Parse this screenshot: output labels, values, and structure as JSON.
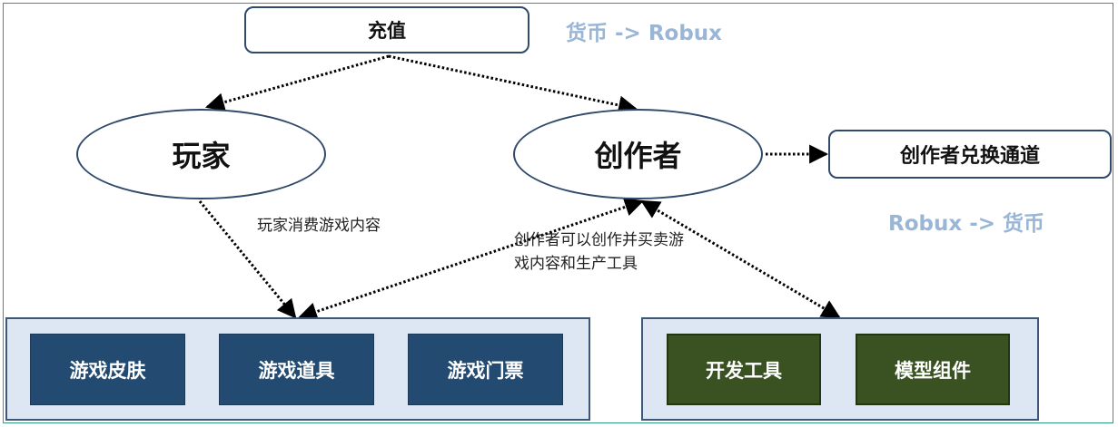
{
  "top": {
    "recharge": "充值",
    "note_left": "货币 -> Robux"
  },
  "nodes": {
    "player": "玩家",
    "creator": "创作者",
    "exchange": "创作者兑换通道"
  },
  "note_right": "Robux -> 货币",
  "captions": {
    "player_consume": "玩家消费游戏内容",
    "creator_make_line1": "创作者可以创作并买卖游",
    "creator_make_line2": "戏内容和生产工具"
  },
  "game_content": [
    "游戏皮肤",
    "游戏道具",
    "游戏门票"
  ],
  "tools": [
    "开发工具",
    "模型组件"
  ],
  "colors": {
    "note": "#9ab6d7",
    "group_fill": "#dde7f3",
    "tile_blue": "#234b72",
    "tile_green": "#3a5122",
    "frame": "#2f9a7e"
  }
}
